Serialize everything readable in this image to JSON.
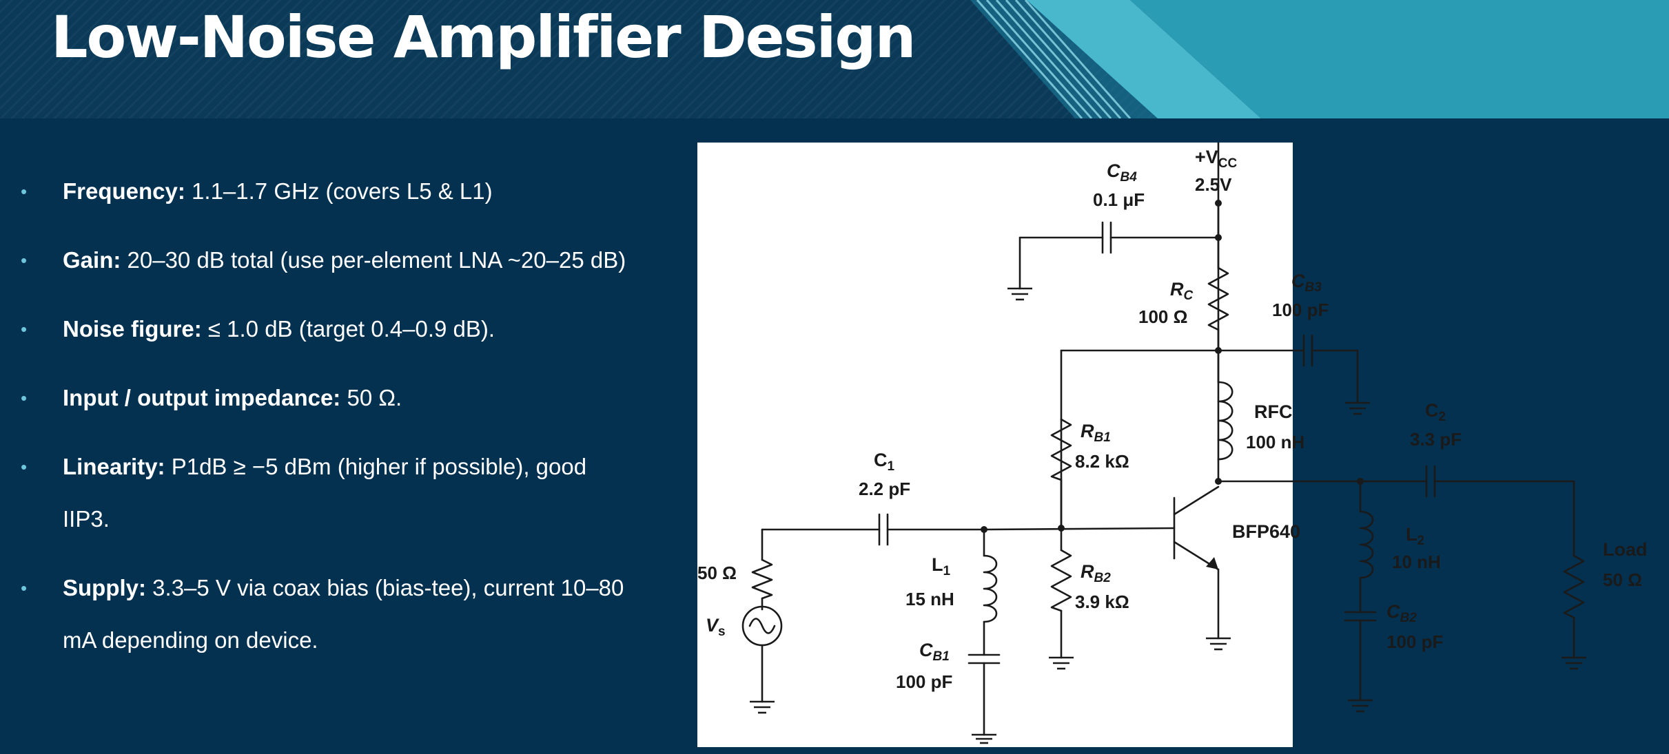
{
  "header": {
    "title": "Low-Noise Amplifier Design"
  },
  "bullets": [
    {
      "label": "Frequency:",
      "text": " 1.1–1.7 GHz (covers L5 & L1)"
    },
    {
      "label": "Gain:",
      "text": " 20–30 dB total (use per-element LNA ~20–25 dB)"
    },
    {
      "label": "Noise figure:",
      "text": " ≤ 1.0 dB (target 0.4–0.9 dB)."
    },
    {
      "label": "Input / output impedance:",
      "text": " 50 Ω."
    },
    {
      "label": "Linearity:",
      "text": " P1dB ≥ −5 dBm (higher if possible), good IIP3."
    },
    {
      "label": "Supply:",
      "text": " 3.3–5 V via coax bias (bias-tee), current 10–80 mA depending on device."
    }
  ],
  "schematic": {
    "vcc": {
      "base": "+V",
      "sub": "CC",
      "value": "2.5V"
    },
    "cb4": {
      "base": "C",
      "sub": "B4",
      "value": "0.1 μF"
    },
    "rc": {
      "base": "R",
      "sub": "C",
      "value": "100 Ω"
    },
    "cb3": {
      "base": "C",
      "sub": "B3",
      "value": "100 pF"
    },
    "rfc": {
      "name": "RFC",
      "value": "100 nH"
    },
    "c2": {
      "base": "C",
      "sub": "2",
      "value": "3.3 pF"
    },
    "rb1": {
      "base": "R",
      "sub": "B1",
      "value": "8.2 kΩ"
    },
    "c1": {
      "base": "C",
      "sub": "1",
      "value": "2.2 pF"
    },
    "transistor": "BFP640",
    "rs": "50 Ω",
    "vs": {
      "base": "V",
      "sub": "s"
    },
    "l1": {
      "base": "L",
      "sub": "1",
      "value": "15 nH"
    },
    "cb1": {
      "base": "C",
      "sub": "B1",
      "value": "100 pF"
    },
    "rb2": {
      "base": "R",
      "sub": "B2",
      "value": "3.9 kΩ"
    },
    "l2": {
      "base": "L",
      "sub": "2",
      "value": "10 nH"
    },
    "cb2": {
      "base": "C",
      "sub": "B2",
      "value": "100 pF"
    },
    "load": {
      "name": "Load",
      "value": "50 Ω"
    }
  }
}
